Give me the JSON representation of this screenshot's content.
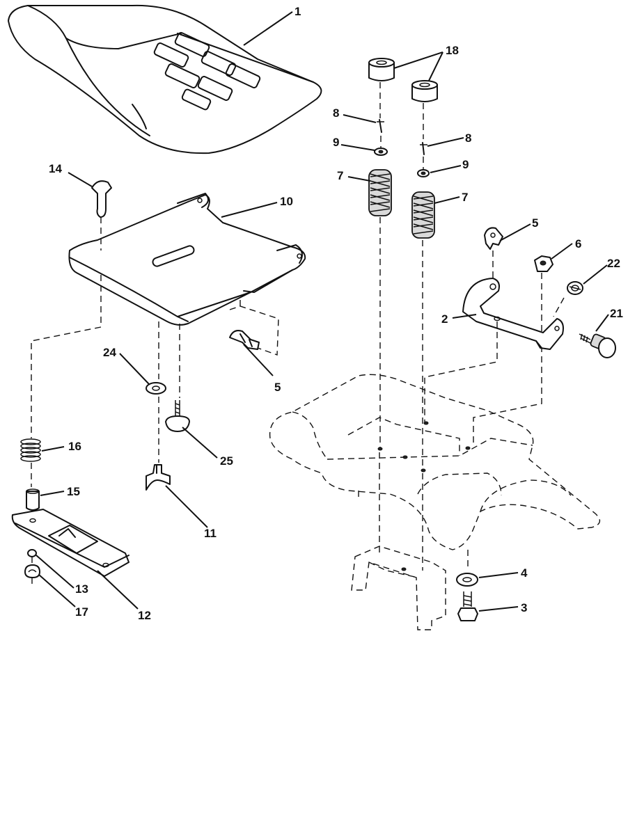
{
  "diagram": {
    "callouts": {
      "c1": "1",
      "c2": "2",
      "c3": "3",
      "c4": "4",
      "c5a": "5",
      "c5b": "5",
      "c6": "6",
      "c7a": "7",
      "c7b": "7",
      "c8a": "8",
      "c8b": "8",
      "c9a": "9",
      "c9b": "9",
      "c10": "10",
      "c11": "11",
      "c12": "12",
      "c13": "13",
      "c14": "14",
      "c15": "15",
      "c16": "16",
      "c17": "17",
      "c18": "18",
      "c21": "21",
      "c22": "22",
      "c24": "24",
      "c25": "25"
    }
  }
}
